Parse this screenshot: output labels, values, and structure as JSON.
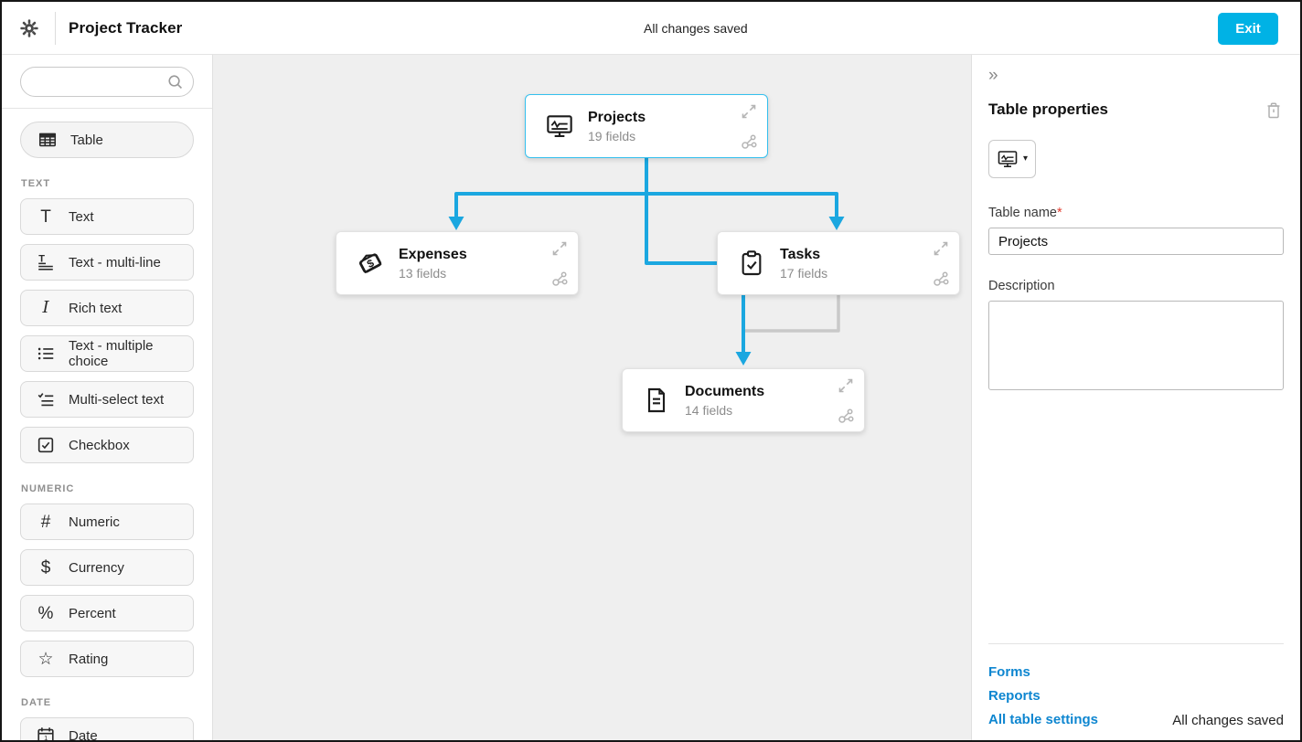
{
  "topbar": {
    "app_title": "Project Tracker",
    "status": "All changes saved",
    "exit_label": "Exit"
  },
  "sidebar": {
    "search_placeholder": "",
    "table_item_label": "Table",
    "sections": [
      {
        "label": "TEXT",
        "items": [
          "Text",
          "Text - multi-line",
          "Rich text",
          "Text - multiple choice",
          "Multi-select text",
          "Checkbox"
        ]
      },
      {
        "label": "NUMERIC",
        "items": [
          "Numeric",
          "Currency",
          "Percent",
          "Rating"
        ]
      },
      {
        "label": "DATE",
        "items": [
          "Date"
        ]
      }
    ]
  },
  "canvas": {
    "nodes": {
      "projects": {
        "name": "Projects",
        "fields": "19 fields",
        "selected": true
      },
      "expenses": {
        "name": "Expenses",
        "fields": "13 fields",
        "selected": false
      },
      "tasks": {
        "name": "Tasks",
        "fields": "17 fields",
        "selected": false
      },
      "documents": {
        "name": "Documents",
        "fields": "14 fields",
        "selected": false
      }
    }
  },
  "properties_panel": {
    "title": "Table properties",
    "table_name_label": "Table name",
    "required_marker": "*",
    "table_name_value": "Projects",
    "description_label": "Description",
    "description_value": "",
    "links": [
      "Forms",
      "Reports",
      "All table settings"
    ],
    "status": "All changes saved"
  },
  "icons": {
    "text_glyph": "T",
    "rich_text_glyph": "I",
    "numeric_glyph": "#",
    "currency_glyph": "$",
    "percent_glyph": "%",
    "rating_glyph": "☆",
    "collapse_glyph": "»",
    "caret_glyph": "▾"
  },
  "colors": {
    "accent": "#00b2e5",
    "connector_active": "#1ba7e0",
    "connector_muted": "#c9c9c9",
    "selected_border": "#35c0ee",
    "link": "#0e86d0",
    "required": "#e23b2e",
    "canvas_bg": "#efefef"
  }
}
